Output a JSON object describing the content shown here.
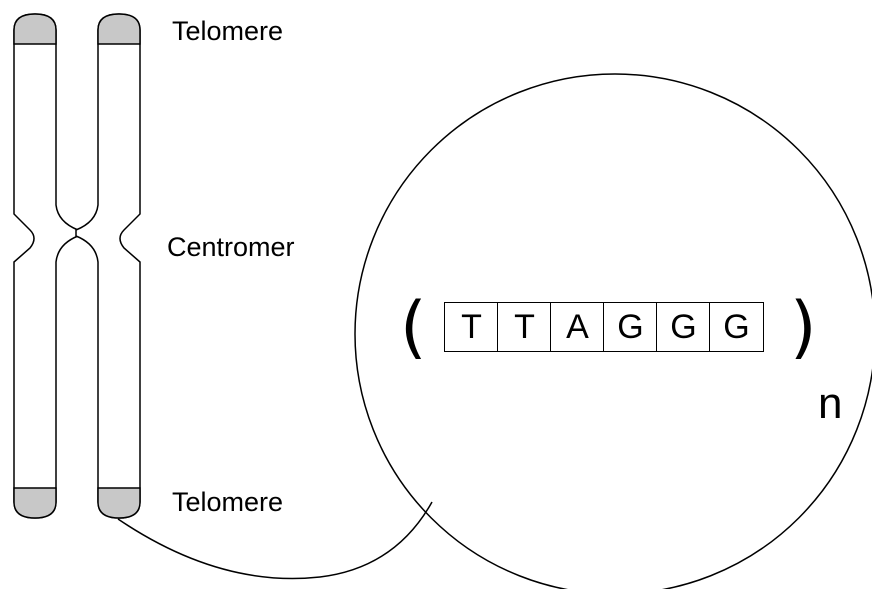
{
  "labels": {
    "telomere_top": "Telomere",
    "centromere": "Centromer",
    "telomere_bottom": "Telomere"
  },
  "sequence": {
    "open_paren": "(",
    "bases": [
      "T",
      "T",
      "A",
      "G",
      "G",
      "G"
    ],
    "close_paren": ")",
    "subscript": "n"
  },
  "colors": {
    "telomere_fill": "#c8c8c8",
    "stroke": "#000000",
    "background": "#ffffff"
  }
}
